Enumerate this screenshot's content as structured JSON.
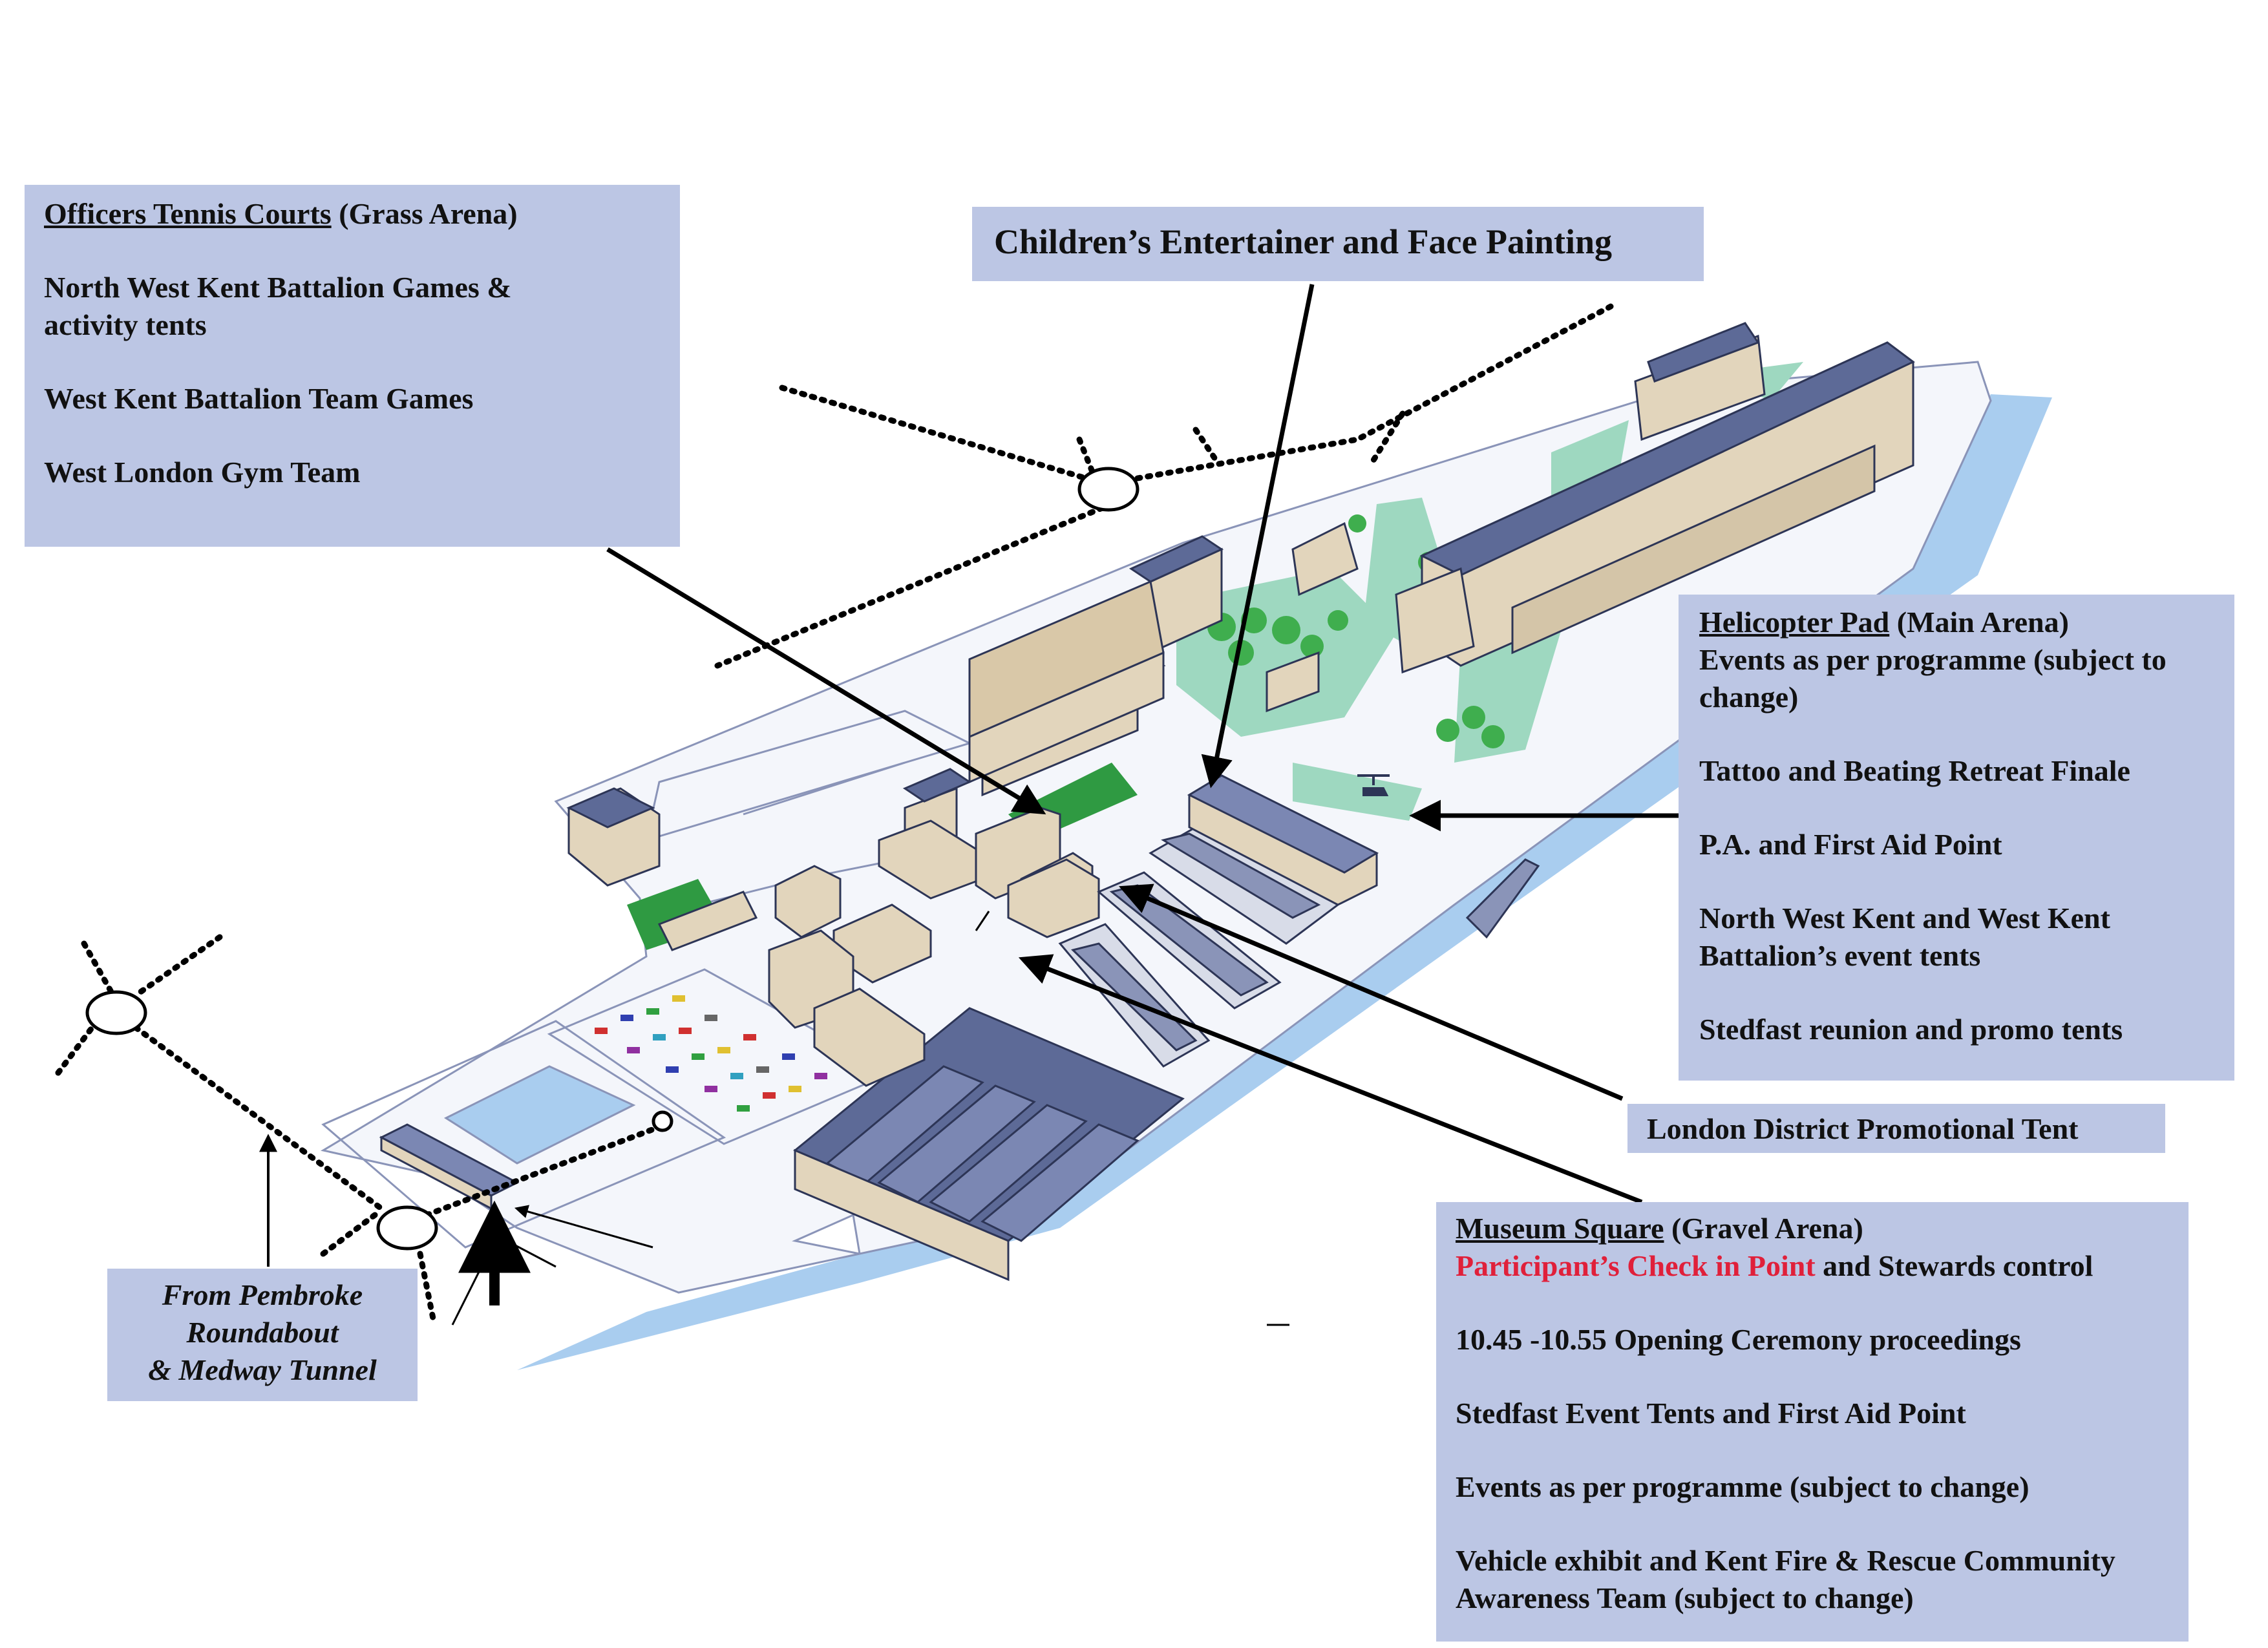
{
  "officers_box": {
    "heading": "Officers Tennis Courts",
    "heading_suffix": " (Grass Arena)",
    "items": [
      "North West Kent Battalion Games & activity tents",
      "West Kent Battalion Team Games",
      "West London Gym Team"
    ]
  },
  "children_box": {
    "label": "Children’s Entertainer and Face Painting"
  },
  "helicopter_box": {
    "heading": "Helicopter Pad",
    "heading_suffix": " (Main Arena)",
    "first_line": "Events as per programme (subject to change)",
    "items": [
      "Tattoo and Beating Retreat Finale",
      "P.A. and First Aid Point",
      "North West Kent and West Kent Battalion’s event tents",
      "Stedfast reunion and promo tents"
    ]
  },
  "london_box": {
    "label": "London District Promotional Tent"
  },
  "museum_box": {
    "heading": "Museum Square",
    "heading_suffix": " (Gravel Arena)",
    "checkin_red": "Participant’s Check in Point",
    "checkin_rest": " and Stewards control",
    "items": [
      "10.45 -10.55 Opening Ceremony proceedings",
      "Stedfast Event Tents and First Aid Point",
      "Events as per programme (subject to change)",
      "Vehicle exhibit and Kent Fire & Rescue Community Awareness Team (subject to change)"
    ]
  },
  "pembroke_box": {
    "line1": "From Pembroke",
    "line2": "Roundabout",
    "line3": "& Medway Tunnel"
  },
  "colors": {
    "box_fill": "#bcc6e4",
    "water": "#a9cdef",
    "grass": "#9ed8c0",
    "ground": "#f4f6fb",
    "roof": "#5d6a97",
    "wall": "#e2d5bc",
    "highlight_red": "#e0203a"
  },
  "icons": [
    "roundabout-icon",
    "car-icon",
    "helicopter-icon",
    "ship-icon",
    "submarine-icon",
    "tree-icon",
    "arrow-icon"
  ]
}
